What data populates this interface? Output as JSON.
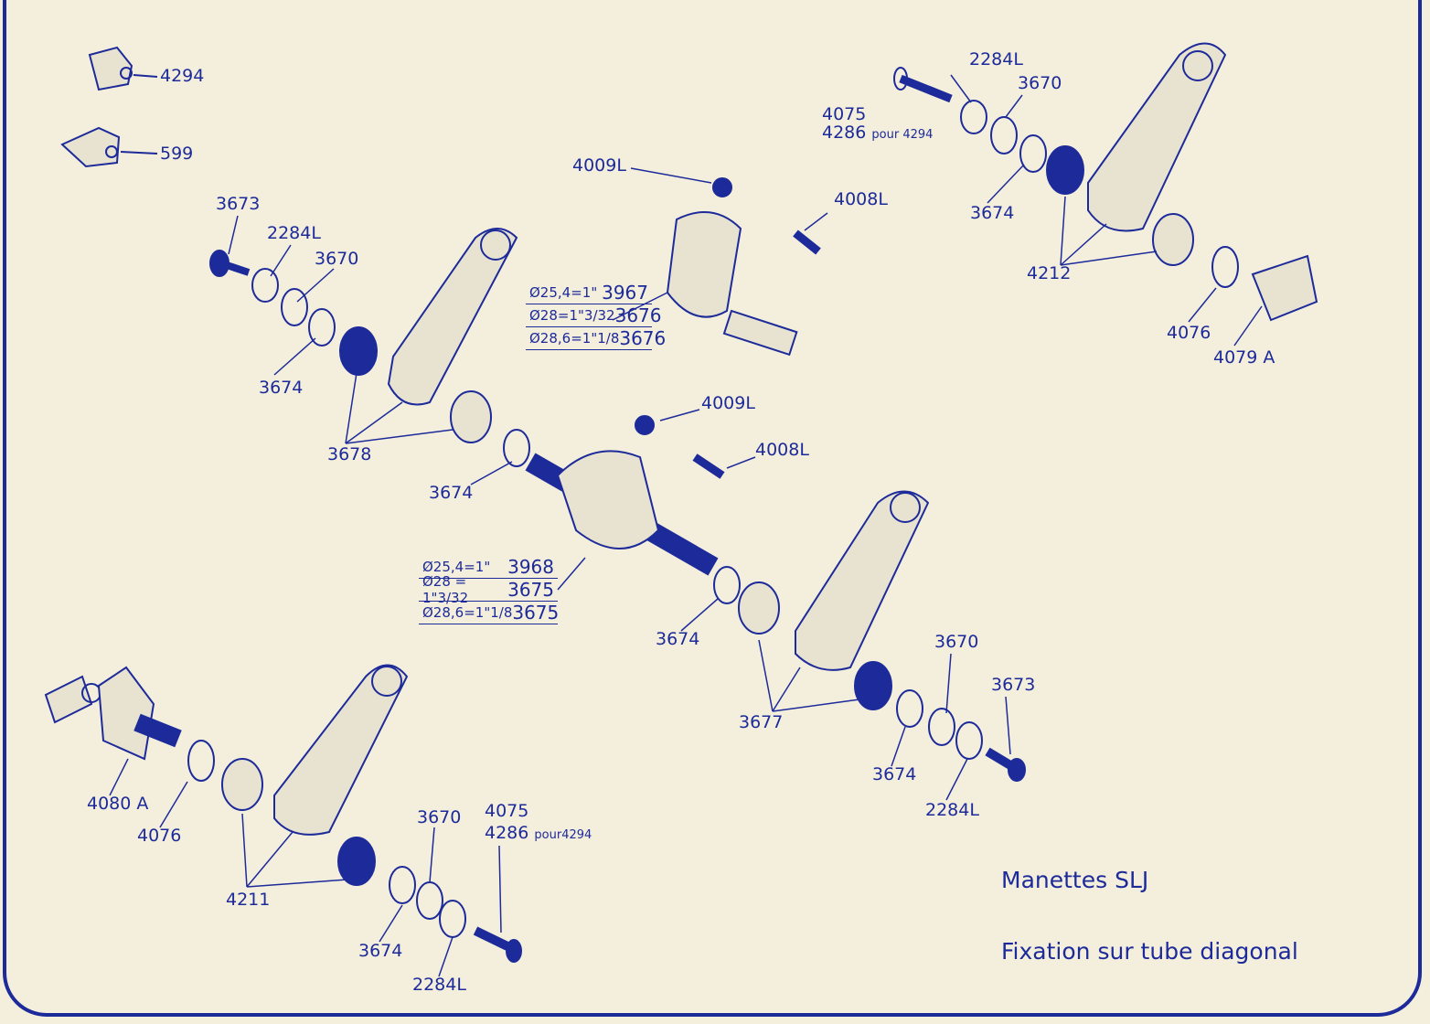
{
  "labels": {
    "p4294": "4294",
    "p599": "599",
    "left_upper": {
      "screw": "3673",
      "washer_a": "2284L",
      "washer_b": "3670",
      "washer_c": "3674",
      "lever": "3678"
    },
    "center_upper": {
      "nut": "4009L",
      "bolt": "4008L"
    },
    "center_lower": {
      "nut": "4009L",
      "bolt": "4008L",
      "washer": "3674"
    },
    "right_upper": {
      "bolt_a": "4075",
      "bolt_b": "4286",
      "bolt_b_note": "pour 4294",
      "washer_a": "2284L",
      "washer_b": "3670",
      "washer_c": "3674",
      "lever": "4212",
      "washer_d": "4076",
      "boss": "4079 A"
    },
    "right_lower": {
      "washer_a": "3674",
      "washer_b": "3670",
      "screw": "3673",
      "lever": "3677",
      "washer_c": "3674",
      "washer_d": "2284L"
    },
    "left_lower": {
      "boss": "4080 A",
      "washer": "4076",
      "washer_b": "3670",
      "bolt_a": "4075",
      "bolt_b": "4286",
      "bolt_b_note": "pour4294",
      "lever": "4211",
      "washer_c": "3674",
      "washer_d": "2284L"
    }
  },
  "table_upper": [
    {
      "size": "Ø25,4=1\"",
      "part": "3967"
    },
    {
      "size": "Ø28=1\"3/32",
      "part": "3676"
    },
    {
      "size": "Ø28,6=1\"1/8",
      "part": "3676"
    }
  ],
  "table_lower": [
    {
      "size": "Ø25,4=1\"",
      "part": "3968"
    },
    {
      "size": "Ø28 = 1\"3/32",
      "part": "3675"
    },
    {
      "size": "Ø28,6=1\"1/8",
      "part": "3675"
    }
  ],
  "title": "Manettes SLJ",
  "subtitle": "Fixation sur tube diagonal",
  "colors": {
    "ink": "#1d2b9a",
    "paper": "#f4eedc"
  }
}
